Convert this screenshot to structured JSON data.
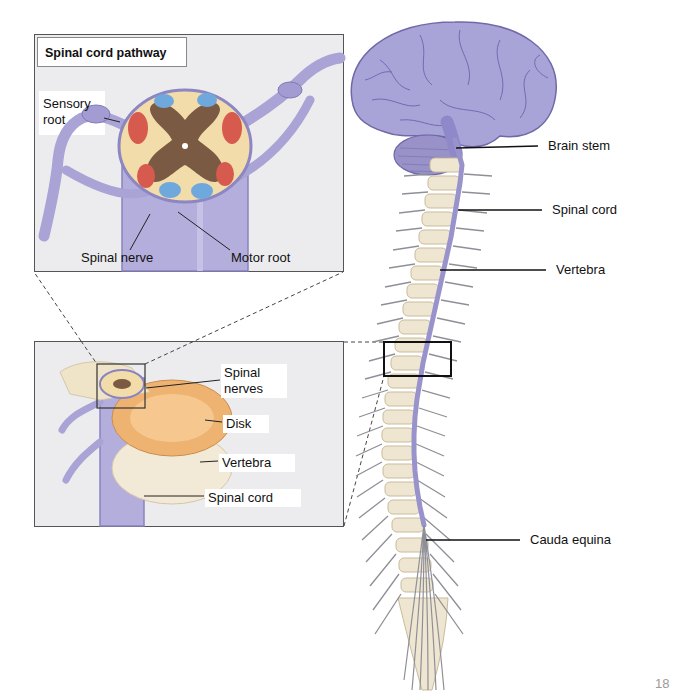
{
  "diagram": {
    "nodes": [
      {
        "text": [
          "Spinal nerve",
          "Motor root"
        ]
      },
      {
        "text": [
          "Spinal cord pathway"
        ],
        "in": 0
      },
      {
        "text": [
          "Sensory root"
        ],
        "in": 0
      },
      {
        "text": [
          "Spinal nerves",
          "Disk",
          "Vertebra",
          "Spinal cord"
        ]
      }
    ],
    "edges": [
      {
        "from": 3,
        "to": 0,
        "arrow": "none"
      }
    ],
    "labels": [
      "Brain stem",
      "Spinal cord",
      "Vertebra",
      "Cauda equina",
      "18"
    ]
  }
}
